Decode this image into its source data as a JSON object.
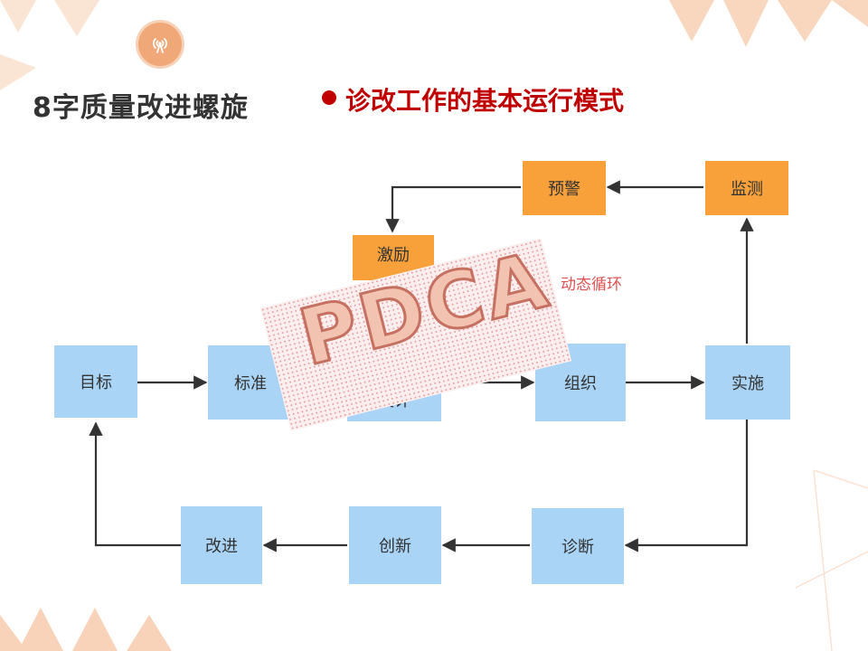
{
  "header": {
    "title": "8字质量改进螺旋",
    "subtitle": "诊改工作的基本运行模式"
  },
  "diagram": {
    "nodes": {
      "mubiao": "目标",
      "biaozhun": "标准",
      "sheji": "设计",
      "zuzhi": "组织",
      "shishi": "实施",
      "jiance": "监测",
      "yujing": "预警",
      "jili": "激励",
      "zhenduan": "诊断",
      "chuangxin": "创新",
      "gaijin": "改进"
    },
    "dynamic_label": "动态循环",
    "stamp": "PDCA"
  },
  "colors": {
    "box_blue": "#a9d4f5",
    "box_orange": "#f8a13a",
    "accent_red": "#c00000",
    "deco_peach": "#f7c9a9"
  },
  "icons": {
    "logo": "antenna-signal-icon"
  }
}
